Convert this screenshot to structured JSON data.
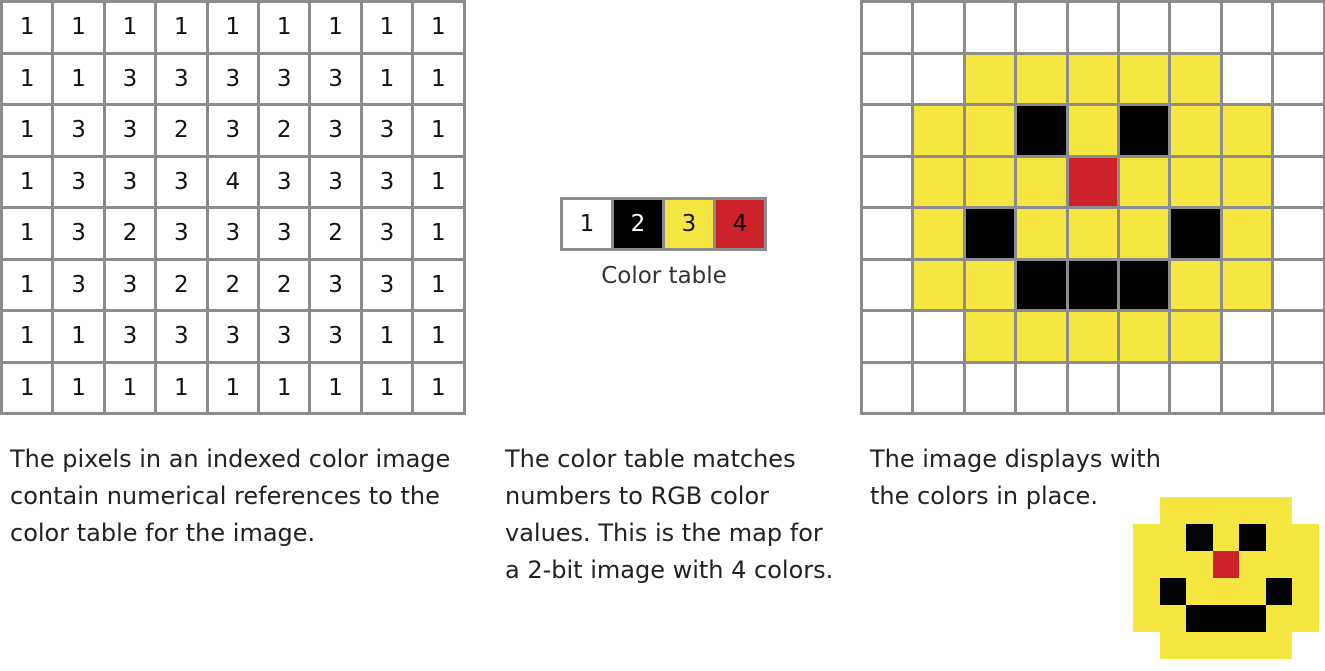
{
  "index_grid": [
    [
      1,
      1,
      1,
      1,
      1,
      1,
      1,
      1,
      1
    ],
    [
      1,
      1,
      3,
      3,
      3,
      3,
      3,
      1,
      1
    ],
    [
      1,
      3,
      3,
      2,
      3,
      2,
      3,
      3,
      1
    ],
    [
      1,
      3,
      3,
      3,
      4,
      3,
      3,
      3,
      1
    ],
    [
      1,
      3,
      2,
      3,
      3,
      3,
      2,
      3,
      1
    ],
    [
      1,
      3,
      3,
      2,
      2,
      2,
      3,
      3,
      1
    ],
    [
      1,
      1,
      3,
      3,
      3,
      3,
      3,
      1,
      1
    ],
    [
      1,
      1,
      1,
      1,
      1,
      1,
      1,
      1,
      1
    ]
  ],
  "color_table": {
    "entries": [
      {
        "index": "1",
        "color": "#ffffff",
        "text_color": "#111111"
      },
      {
        "index": "2",
        "color": "#000000",
        "text_color": "#ffffff"
      },
      {
        "index": "3",
        "color": "#f5e642",
        "text_color": "#111111"
      },
      {
        "index": "4",
        "color": "#cc2229",
        "text_color": "#111111"
      }
    ],
    "label": "Color table"
  },
  "captions": {
    "left": "The pixels in an indexed color image contain numerical references to the color table for the image.",
    "middle": "The color table matches numbers to RGB color values. This is the map for a 2-bit image with 4 colors.",
    "right": "The image displays with the colors in place."
  },
  "smiley": [
    [
      0,
      3,
      3,
      3,
      3,
      3,
      0
    ],
    [
      3,
      3,
      2,
      3,
      2,
      3,
      3
    ],
    [
      3,
      3,
      3,
      4,
      3,
      3,
      3
    ],
    [
      3,
      2,
      3,
      3,
      3,
      2,
      3
    ],
    [
      3,
      3,
      2,
      2,
      2,
      3,
      3
    ],
    [
      0,
      3,
      3,
      3,
      3,
      3,
      0
    ]
  ]
}
